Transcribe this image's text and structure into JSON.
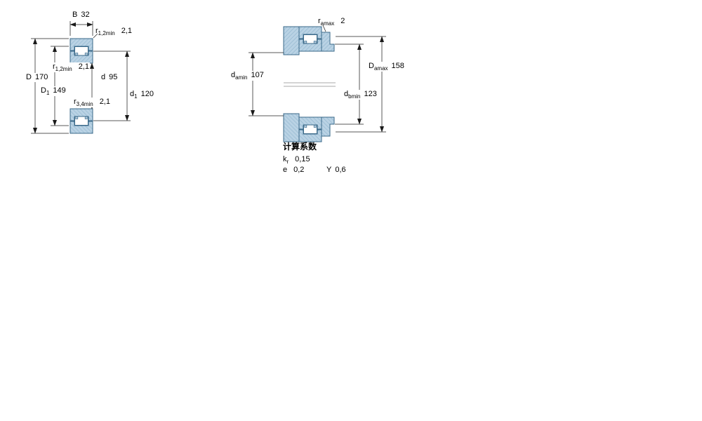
{
  "colors": {
    "bearing_fill": "#b9d2e4",
    "hatch_line": "#8db2cc",
    "outline": "#3b6a8a",
    "dim_color": "#222222"
  },
  "left_view": {
    "B": {
      "name": "B",
      "value": "32"
    },
    "r_top": {
      "name": "r",
      "sub": "1,2min",
      "value": "2,1"
    },
    "D": {
      "name": "D",
      "value": "170"
    },
    "r_mid": {
      "name": "r",
      "sub": "1,2min",
      "value": "2,1"
    },
    "D1": {
      "name": "D",
      "sub": "1",
      "value": "149"
    },
    "d": {
      "name": "d",
      "value": "95"
    },
    "d1": {
      "name": "d",
      "sub": "1",
      "value": "120"
    },
    "r_bottom": {
      "name": "r",
      "sub": "3,4min",
      "value": "2,1"
    }
  },
  "right_view": {
    "ra": {
      "name": "r",
      "sub": "amax",
      "value": "2"
    },
    "da": {
      "name": "d",
      "sub": "amin",
      "value": "107"
    },
    "Da": {
      "name": "D",
      "sub": "amax",
      "value": "158"
    },
    "db": {
      "name": "d",
      "sub": "bmin",
      "value": "123"
    }
  },
  "calculation_factors": {
    "title": "计算系数",
    "kr": {
      "name": "k",
      "sub": "r",
      "value": "0,15"
    },
    "e": {
      "name": "e",
      "value": "0,2"
    },
    "Y": {
      "name": "Y",
      "value": "0,6"
    }
  }
}
